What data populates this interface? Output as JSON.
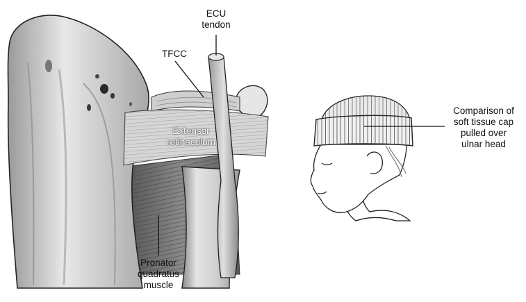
{
  "labels": {
    "ecu_tendon": [
      "ECU",
      "tendon"
    ],
    "tfcc": [
      "TFCC"
    ],
    "extensor_retinaculum": [
      "Extensor",
      "retinaculum"
    ],
    "pronator_quadratus": [
      "Pronator",
      "quadratus",
      "muscle"
    ],
    "cap_comparison": [
      "Comparison of",
      "soft tissue cap",
      "pulled over",
      "ulnar head"
    ]
  },
  "icons": {
    "anatomy": "wrist-anatomy-illustration",
    "head": "head-with-knit-cap-illustration"
  },
  "colors": {
    "ink": "#111111",
    "bone_shade": "#bdbdbd",
    "retinaculum": "#d6d6d6",
    "muscle": "#7a7a7a"
  }
}
